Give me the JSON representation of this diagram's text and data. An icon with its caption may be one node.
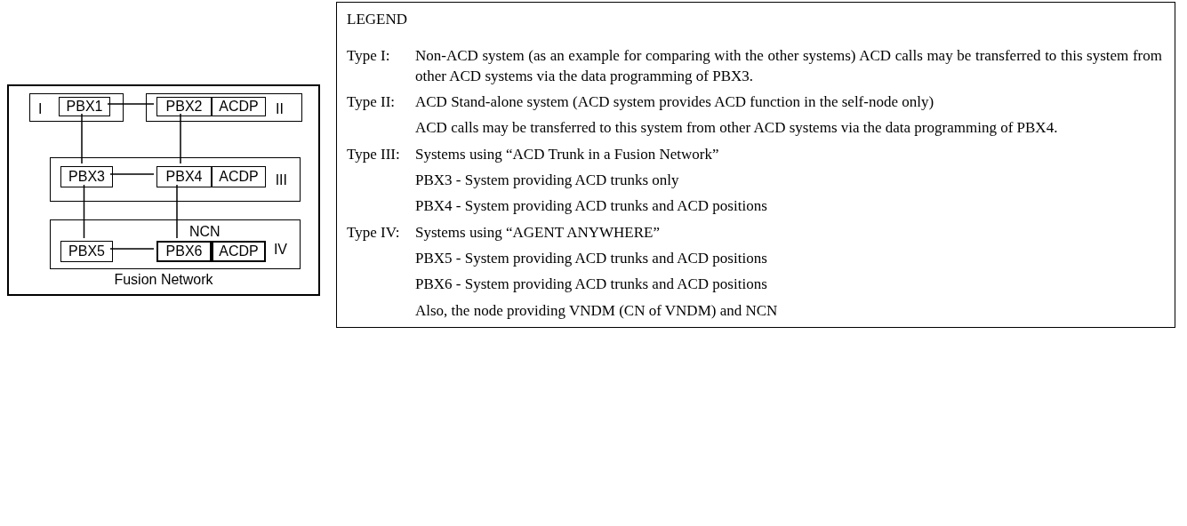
{
  "diagram": {
    "nodes": [
      {
        "text": [
          "Fusion Network"
        ]
      },
      {
        "text": [
          "I"
        ],
        "in": 0
      },
      {
        "text": [
          "PBX1"
        ],
        "in": 1
      },
      {
        "text": [
          "II"
        ],
        "in": 0
      },
      {
        "text": [
          "PBX2"
        ],
        "in": 3
      },
      {
        "text": [
          "ACDP"
        ],
        "in": 3
      },
      {
        "text": [
          "III"
        ],
        "in": 0
      },
      {
        "text": [
          "PBX3"
        ],
        "in": 6
      },
      {
        "text": [
          "PBX4"
        ],
        "in": 6
      },
      {
        "text": [
          "ACDP"
        ],
        "in": 6
      },
      {
        "text": [
          "IV"
        ],
        "in": 0
      },
      {
        "text": [
          "PBX5"
        ],
        "in": 10
      },
      {
        "text": [
          "PBX6"
        ],
        "in": 10,
        "beside": [
          "NCN"
        ]
      },
      {
        "text": [
          "ACDP"
        ],
        "in": 10
      },
      {
        "text": [
          "LEGEND",
          "Type I:",
          "Non-ACD system (as an example for comparing with the other systems) ACD calls may be transferred to this system from other ACD systems via the data programming of PBX3.",
          "Type II:",
          "ACD Stand-alone system (ACD system provides ACD function in the self-node only)",
          "ACD calls may be transferred to this system from other ACD systems via the data programming of PBX4.",
          "Type III:",
          "Systems using “ACD Trunk in a Fusion Network”",
          "PBX3 - System providing ACD trunks only",
          "PBX4 - System providing ACD trunks and ACD positions",
          "Type IV:",
          "Systems using “AGENT ANYWHERE”",
          "PBX5 - System providing ACD trunks and ACD positions",
          "PBX6 - System providing ACD trunks and ACD positions",
          "Also, the node providing VNDM (CN of VNDM) and NCN"
        ]
      }
    ],
    "edges": [
      {
        "from": 2,
        "to": 4,
        "arrow": "none"
      },
      {
        "from": 2,
        "to": 7,
        "arrow": "none"
      },
      {
        "from": 4,
        "to": 8,
        "arrow": "none"
      },
      {
        "from": 7,
        "to": 8,
        "arrow": "none"
      },
      {
        "from": 7,
        "to": 11,
        "arrow": "none"
      },
      {
        "from": 8,
        "to": 12,
        "arrow": "none"
      },
      {
        "from": 11,
        "to": 12,
        "arrow": "none"
      }
    ]
  }
}
